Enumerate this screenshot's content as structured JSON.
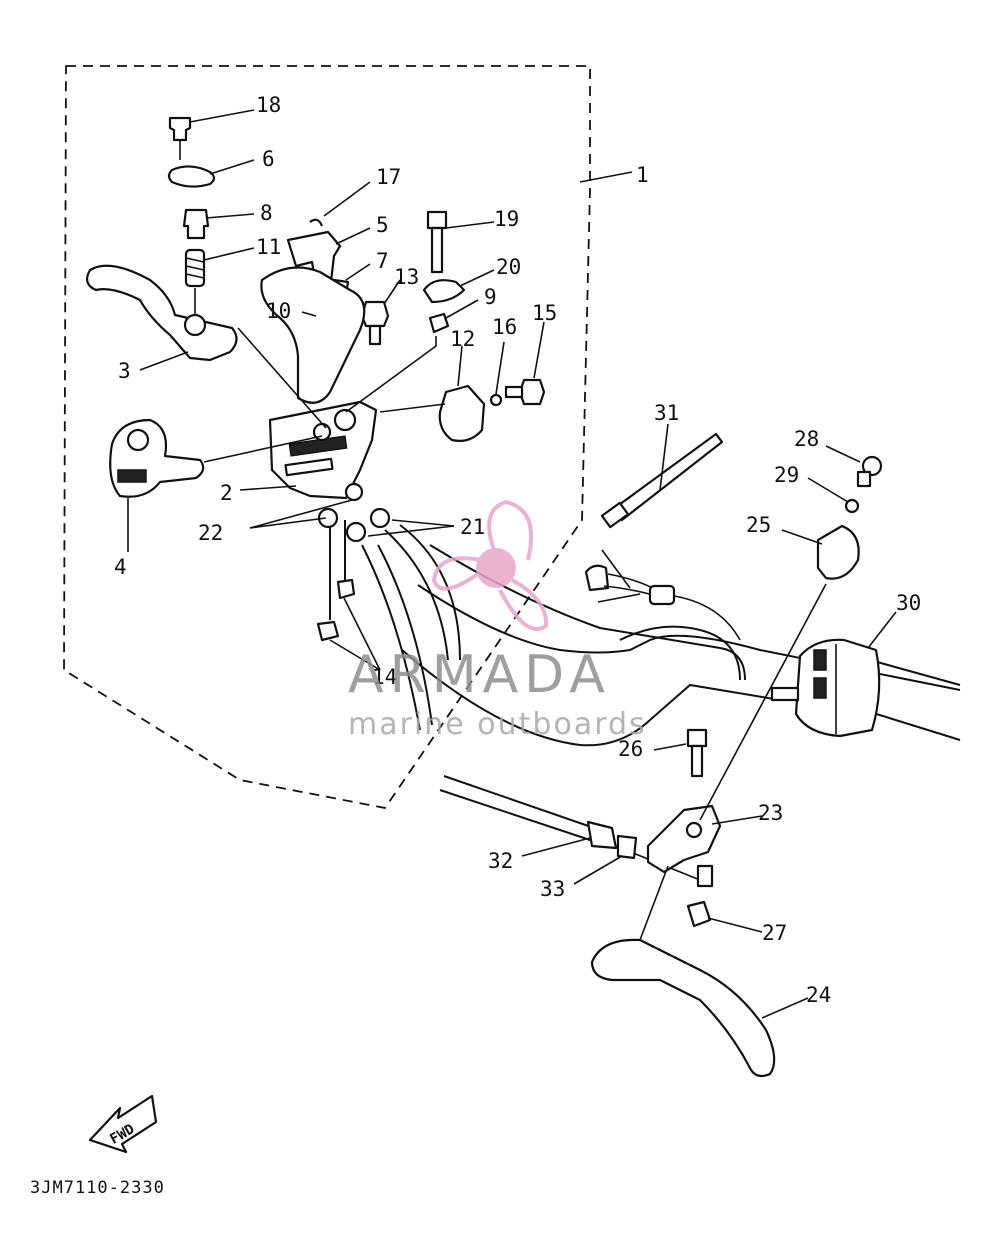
{
  "callouts": [
    {
      "id": "c1",
      "text": "1"
    },
    {
      "id": "c2",
      "text": "2"
    },
    {
      "id": "c3",
      "text": "3"
    },
    {
      "id": "c4",
      "text": "4"
    },
    {
      "id": "c5",
      "text": "5"
    },
    {
      "id": "c6",
      "text": "6"
    },
    {
      "id": "c7",
      "text": "7"
    },
    {
      "id": "c8",
      "text": "8"
    },
    {
      "id": "c9",
      "text": "9"
    },
    {
      "id": "c10",
      "text": "10"
    },
    {
      "id": "c11",
      "text": "11"
    },
    {
      "id": "c12",
      "text": "12"
    },
    {
      "id": "c13",
      "text": "13"
    },
    {
      "id": "c14",
      "text": "14"
    },
    {
      "id": "c15",
      "text": "15"
    },
    {
      "id": "c16",
      "text": "16"
    },
    {
      "id": "c17",
      "text": "17"
    },
    {
      "id": "c18",
      "text": "18"
    },
    {
      "id": "c19",
      "text": "19"
    },
    {
      "id": "c20",
      "text": "20"
    },
    {
      "id": "c21",
      "text": "21"
    },
    {
      "id": "c22",
      "text": "22"
    },
    {
      "id": "c23",
      "text": "23"
    },
    {
      "id": "c24",
      "text": "24"
    },
    {
      "id": "c25",
      "text": "25"
    },
    {
      "id": "c26",
      "text": "26"
    },
    {
      "id": "c27",
      "text": "27"
    },
    {
      "id": "c28",
      "text": "28"
    },
    {
      "id": "c29",
      "text": "29"
    },
    {
      "id": "c30",
      "text": "30"
    },
    {
      "id": "c31",
      "text": "31"
    },
    {
      "id": "c32",
      "text": "32"
    },
    {
      "id": "c33",
      "text": "33"
    }
  ],
  "fwd_label": "FWD",
  "diagram_code": "3JM7110-2330",
  "watermark": {
    "brand": "ARMADA",
    "tagline": "marine outboards",
    "color": "#e8a6c8"
  }
}
